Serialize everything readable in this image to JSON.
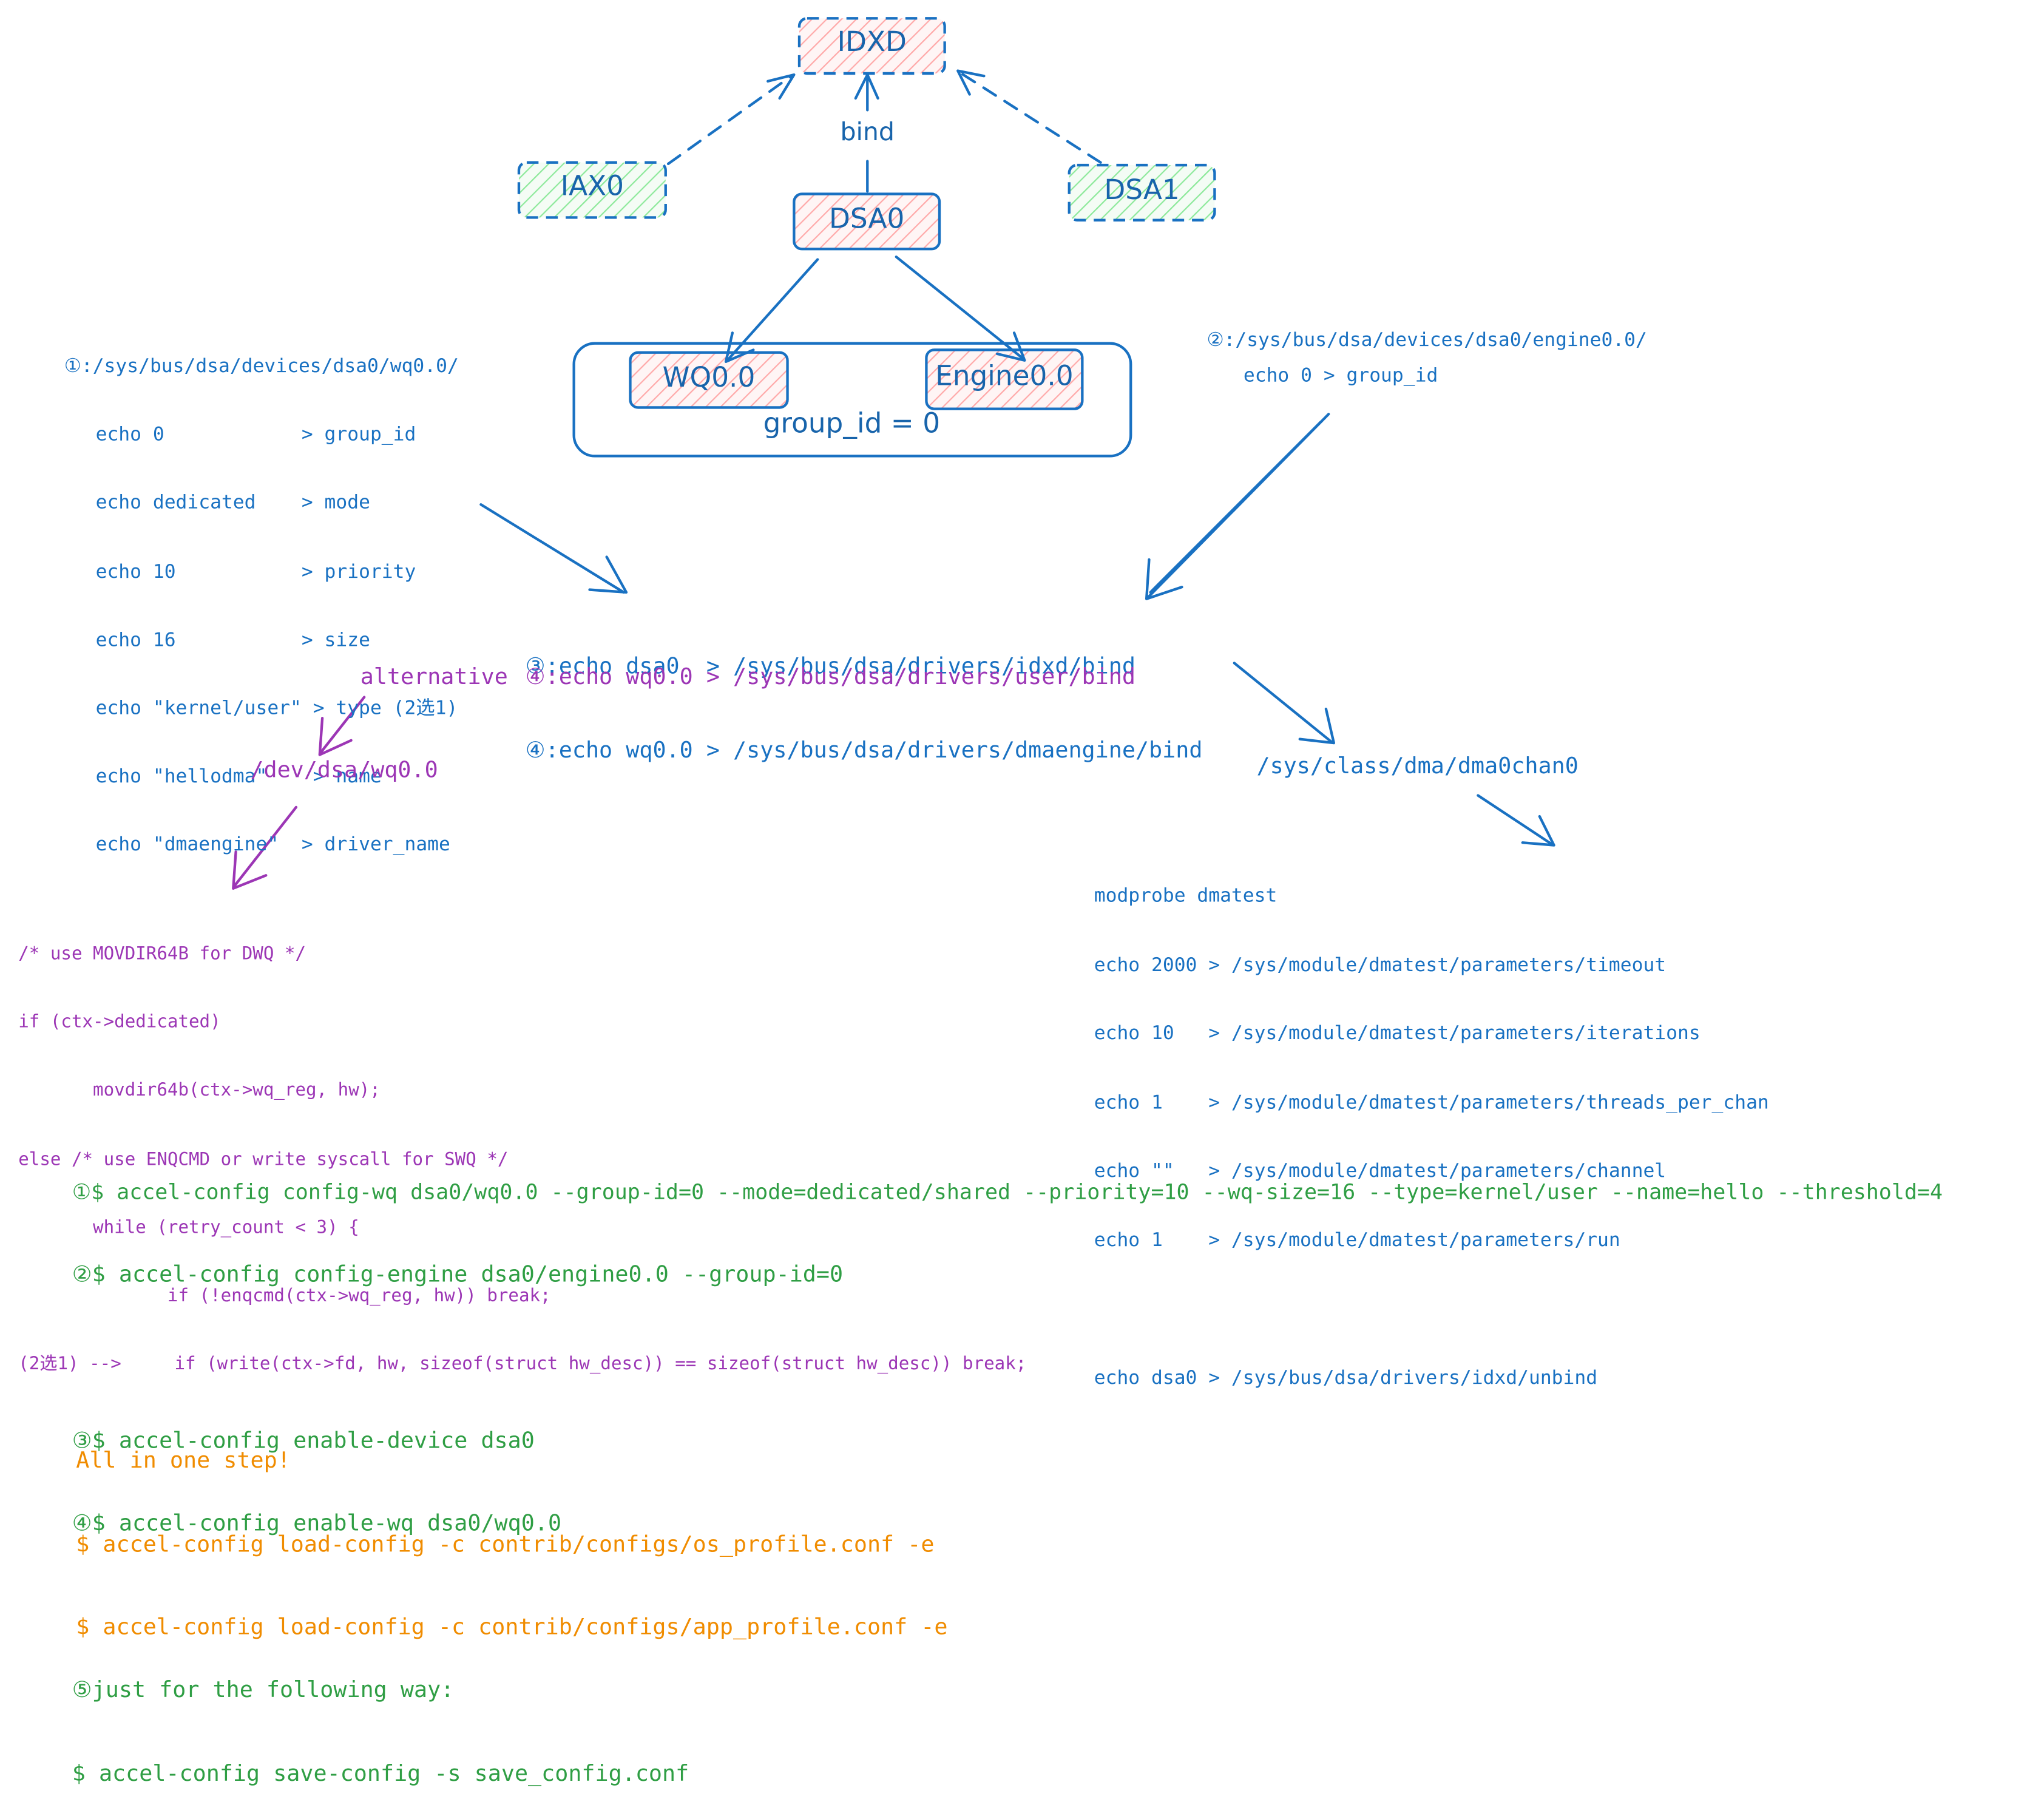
{
  "nodes": {
    "idxd": "IDXD",
    "iax0": "IAX0",
    "dsa1": "DSA1",
    "dsa0": "DSA0",
    "wq": "WQ0.0",
    "engine": "Engine0.0",
    "group_label": "group_id = 0",
    "bind_label": "bind"
  },
  "wq_config": {
    "header": "①:/sys/bus/dsa/devices/dsa0/wq0.0/",
    "lines": [
      "echo 0            > group_id",
      "echo dedicated    > mode",
      "echo 10           > priority",
      "echo 16           > size",
      "echo \"kernel/user\" > type (2选1)",
      "echo \"hellodma\"    > name",
      "echo \"dmaengine\"  > driver_name"
    ]
  },
  "engine_config": {
    "header": "②:/sys/bus/dsa/devices/dsa0/engine0.0/",
    "line": "echo 0 > group_id"
  },
  "bind_steps": {
    "line3": "③:echo dsa0  > /sys/bus/dsa/drivers/idxd/bind",
    "line4": "④:echo wq0.0 > /sys/bus/dsa/drivers/dmaengine/bind",
    "alt_prefix": "alternative",
    "alt_line": "④:echo wq0.0 > /sys/bus/dsa/drivers/user/bind"
  },
  "dev_path": "/dev/dsa/wq0.0",
  "sys_class_path": "/sys/class/dma/dma0chan0",
  "user_code": [
    "/* use MOVDIR64B for DWQ */",
    "if (ctx->dedicated)",
    "       movdir64b(ctx->wq_reg, hw);",
    "else /* use ENQCMD or write syscall for SWQ */",
    "       while (retry_count < 3) {",
    "              if (!enqcmd(ctx->wq_reg, hw)) break;",
    "(2选1) -->     if (write(ctx->fd, hw, sizeof(struct hw_desc)) == sizeof(struct hw_desc)) break;"
  ],
  "dmatest": [
    "modprobe dmatest",
    "echo 2000 > /sys/module/dmatest/parameters/timeout",
    "echo 10   > /sys/module/dmatest/parameters/iterations",
    "echo 1    > /sys/module/dmatest/parameters/threads_per_chan",
    "echo \"\"   > /sys/module/dmatest/parameters/channel",
    "echo 1    > /sys/module/dmatest/parameters/run",
    "",
    "echo dsa0 > /sys/bus/dsa/drivers/idxd/unbind"
  ],
  "accel_config": [
    "①$ accel-config config-wq dsa0/wq0.0 --group-id=0 --mode=dedicated/shared --priority=10 --wq-size=16 --type=kernel/user --name=hello --threshold=4",
    "②$ accel-config config-engine dsa0/engine0.0 --group-id=0",
    "",
    "③$ accel-config enable-device dsa0",
    "④$ accel-config enable-wq dsa0/wq0.0",
    "",
    "⑤just for the following way:",
    "$ accel-config save-config -s save_config.conf"
  ],
  "all_in_one": {
    "title": "All in one step!",
    "lines": [
      "$ accel-config load-config -c contrib/configs/os_profile.conf -e",
      "$ accel-config load-config -c contrib/configs/app_profile.conf -e"
    ]
  },
  "colors": {
    "blue": "#1971c2",
    "purple": "#9c36b5",
    "green": "#2f9e44",
    "orange": "#f08c00",
    "node_fill_red": "#ffc9c9",
    "node_fill_green": "#b2f2bb"
  }
}
